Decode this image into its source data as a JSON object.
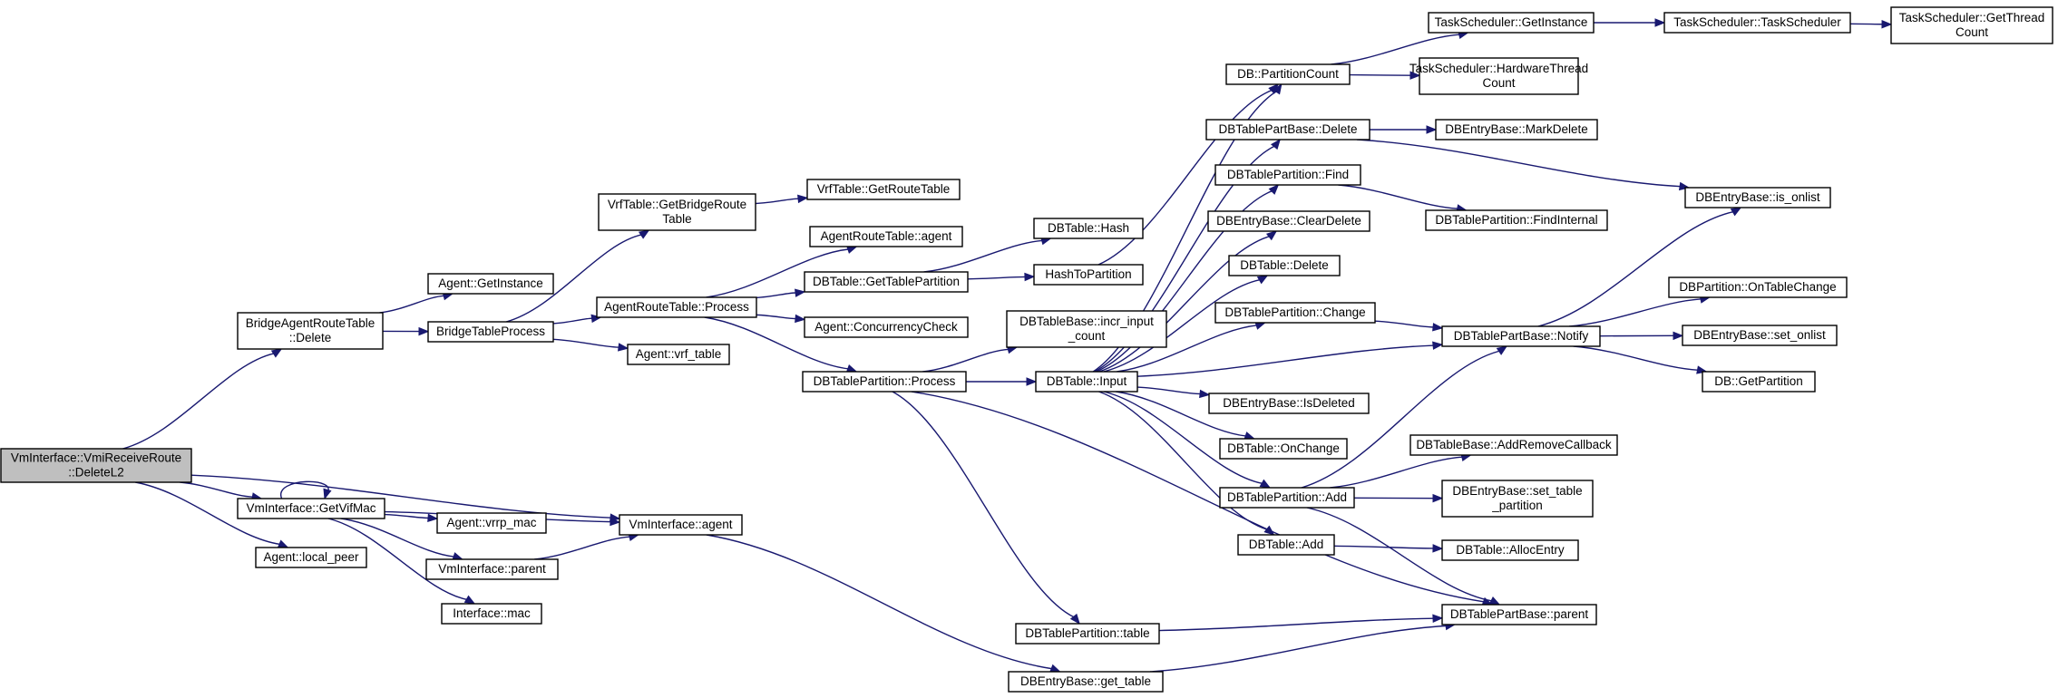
{
  "graph": {
    "root": "vmi_receive",
    "nodes": [
      {
        "id": "vmi_receive",
        "lines": [
          "VmInterface::VmiReceiveRoute",
          "::DeleteL2"
        ],
        "root": true
      },
      {
        "id": "bridge_delete",
        "lines": [
          "BridgeAgentRouteTable",
          "::Delete"
        ]
      },
      {
        "id": "getvifmac",
        "lines": [
          "VmInterface::GetVifMac"
        ]
      },
      {
        "id": "local_peer",
        "lines": [
          "Agent::local_peer"
        ]
      },
      {
        "id": "vmi_agent",
        "lines": [
          "VmInterface::agent"
        ]
      },
      {
        "id": "agent_getinstance",
        "lines": [
          "Agent::GetInstance"
        ]
      },
      {
        "id": "bridgetableprocess",
        "lines": [
          "BridgeTableProcess"
        ]
      },
      {
        "id": "vrfbridge",
        "lines": [
          "VrfTable::GetBridgeRoute",
          "Table"
        ]
      },
      {
        "id": "art_process",
        "lines": [
          "AgentRouteTable::Process"
        ]
      },
      {
        "id": "agent_vrf_table",
        "lines": [
          "Agent::vrf_table"
        ]
      },
      {
        "id": "vrf_getroutetable",
        "lines": [
          "VrfTable::GetRouteTable"
        ]
      },
      {
        "id": "art_agent",
        "lines": [
          "AgentRouteTable::agent"
        ]
      },
      {
        "id": "db_gettablepartition",
        "lines": [
          "DBTable::GetTablePartition"
        ]
      },
      {
        "id": "agent_concurrency",
        "lines": [
          "Agent::ConcurrencyCheck"
        ]
      },
      {
        "id": "dbtp_process",
        "lines": [
          "DBTablePartition::Process"
        ]
      },
      {
        "id": "dbtable_hash",
        "lines": [
          "DBTable::Hash"
        ]
      },
      {
        "id": "hashtopartition",
        "lines": [
          "HashToPartition"
        ]
      },
      {
        "id": "incr_input_count",
        "lines": [
          "DBTableBase::incr_input",
          "_count"
        ]
      },
      {
        "id": "dbtable_input",
        "lines": [
          "DBTable::Input"
        ]
      },
      {
        "id": "dbtp_table",
        "lines": [
          "DBTablePartition::table"
        ]
      },
      {
        "id": "dbe_get_table",
        "lines": [
          "DBEntryBase::get_table"
        ]
      },
      {
        "id": "agent_vrrp_mac",
        "lines": [
          "Agent::vrrp_mac"
        ]
      },
      {
        "id": "vmi_parent",
        "lines": [
          "VmInterface::parent"
        ]
      },
      {
        "id": "interface_mac",
        "lines": [
          "Interface::mac"
        ]
      },
      {
        "id": "db_partitioncount",
        "lines": [
          "DB::PartitionCount"
        ]
      },
      {
        "id": "dbtpb_delete",
        "lines": [
          "DBTablePartBase::Delete"
        ]
      },
      {
        "id": "dbtp_find",
        "lines": [
          "DBTablePartition::Find"
        ]
      },
      {
        "id": "dbe_cleardelete",
        "lines": [
          "DBEntryBase::ClearDelete"
        ]
      },
      {
        "id": "dbtable_delete",
        "lines": [
          "DBTable::Delete"
        ]
      },
      {
        "id": "dbtp_change",
        "lines": [
          "DBTablePartition::Change"
        ]
      },
      {
        "id": "dbe_isdeleted",
        "lines": [
          "DBEntryBase::IsDeleted"
        ]
      },
      {
        "id": "dbtable_onchange",
        "lines": [
          "DBTable::OnChange"
        ]
      },
      {
        "id": "dbtp_add",
        "lines": [
          "DBTablePartition::Add"
        ]
      },
      {
        "id": "dbtable_add",
        "lines": [
          "DBTable::Add"
        ]
      },
      {
        "id": "ts_getinstance",
        "lines": [
          "TaskScheduler::GetInstance"
        ]
      },
      {
        "id": "ts_hwthread",
        "lines": [
          "TaskScheduler::HardwareThread",
          "Count"
        ]
      },
      {
        "id": "dbe_markdelete",
        "lines": [
          "DBEntryBase::MarkDelete"
        ]
      },
      {
        "id": "dbtp_findinternal",
        "lines": [
          "DBTablePartition::FindInternal"
        ]
      },
      {
        "id": "dbtpb_notify",
        "lines": [
          "DBTablePartBase::Notify"
        ]
      },
      {
        "id": "dbtb_addremovecb",
        "lines": [
          "DBTableBase::AddRemoveCallback"
        ]
      },
      {
        "id": "dbe_set_table_partition",
        "lines": [
          "DBEntryBase::set_table",
          "_partition"
        ]
      },
      {
        "id": "dbtable_allocentry",
        "lines": [
          "DBTable::AllocEntry"
        ]
      },
      {
        "id": "dbtpb_parent",
        "lines": [
          "DBTablePartBase::parent"
        ]
      },
      {
        "id": "ts_taskscheduler",
        "lines": [
          "TaskScheduler::TaskScheduler"
        ]
      },
      {
        "id": "dbe_is_onlist",
        "lines": [
          "DBEntryBase::is_onlist"
        ]
      },
      {
        "id": "dbp_ontablechange",
        "lines": [
          "DBPartition::OnTableChange"
        ]
      },
      {
        "id": "dbe_set_onlist",
        "lines": [
          "DBEntryBase::set_onlist"
        ]
      },
      {
        "id": "db_getpartition",
        "lines": [
          "DB::GetPartition"
        ]
      },
      {
        "id": "ts_getthreadcount",
        "lines": [
          "TaskScheduler::GetThread",
          "Count"
        ]
      }
    ],
    "edges": [
      [
        "vmi_receive",
        "bridge_delete"
      ],
      [
        "vmi_receive",
        "getvifmac"
      ],
      [
        "vmi_receive",
        "local_peer"
      ],
      [
        "vmi_receive",
        "vmi_agent"
      ],
      [
        "bridge_delete",
        "agent_getinstance"
      ],
      [
        "bridge_delete",
        "bridgetableprocess"
      ],
      [
        "bridgetableprocess",
        "vrfbridge"
      ],
      [
        "bridgetableprocess",
        "art_process"
      ],
      [
        "bridgetableprocess",
        "agent_vrf_table"
      ],
      [
        "vrfbridge",
        "vrf_getroutetable"
      ],
      [
        "art_process",
        "art_agent"
      ],
      [
        "art_process",
        "db_gettablepartition"
      ],
      [
        "art_process",
        "agent_concurrency"
      ],
      [
        "art_process",
        "dbtp_process"
      ],
      [
        "db_gettablepartition",
        "dbtable_hash"
      ],
      [
        "db_gettablepartition",
        "hashtopartition"
      ],
      [
        "hashtopartition",
        "db_partitioncount"
      ],
      [
        "dbtp_process",
        "incr_input_count"
      ],
      [
        "dbtp_process",
        "dbtable_input"
      ],
      [
        "dbtp_process",
        "dbtp_table"
      ],
      [
        "dbtp_process",
        "dbtpb_parent"
      ],
      [
        "getvifmac",
        "getvifmac"
      ],
      [
        "getvifmac",
        "vmi_agent"
      ],
      [
        "getvifmac",
        "agent_vrrp_mac"
      ],
      [
        "getvifmac",
        "vmi_parent"
      ],
      [
        "getvifmac",
        "interface_mac"
      ],
      [
        "vmi_parent",
        "vmi_agent"
      ],
      [
        "vmi_agent",
        "dbe_get_table"
      ],
      [
        "dbe_get_table",
        "dbtpb_parent"
      ],
      [
        "dbtp_table",
        "dbtpb_parent"
      ],
      [
        "dbtable_input",
        "db_partitioncount"
      ],
      [
        "dbtable_input",
        "dbtpb_delete"
      ],
      [
        "dbtable_input",
        "dbtp_find"
      ],
      [
        "dbtable_input",
        "dbe_cleardelete"
      ],
      [
        "dbtable_input",
        "dbtable_delete"
      ],
      [
        "dbtable_input",
        "dbtp_change"
      ],
      [
        "dbtable_input",
        "dbtpb_notify"
      ],
      [
        "dbtable_input",
        "dbe_isdeleted"
      ],
      [
        "dbtable_input",
        "dbtable_onchange"
      ],
      [
        "dbtable_input",
        "dbtp_add"
      ],
      [
        "dbtable_input",
        "dbtable_add"
      ],
      [
        "db_partitioncount",
        "ts_getinstance"
      ],
      [
        "db_partitioncount",
        "ts_hwthread"
      ],
      [
        "ts_getinstance",
        "ts_taskscheduler"
      ],
      [
        "ts_taskscheduler",
        "ts_getthreadcount"
      ],
      [
        "dbtpb_delete",
        "dbe_markdelete"
      ],
      [
        "dbtpb_delete",
        "dbe_is_onlist"
      ],
      [
        "dbtp_find",
        "dbtp_findinternal"
      ],
      [
        "dbtp_change",
        "dbtpb_notify"
      ],
      [
        "dbtp_add",
        "dbtpb_notify"
      ],
      [
        "dbtp_add",
        "dbtb_addremovecb"
      ],
      [
        "dbtp_add",
        "dbe_set_table_partition"
      ],
      [
        "dbtp_add",
        "dbtpb_parent"
      ],
      [
        "dbtable_add",
        "dbtable_allocentry"
      ],
      [
        "dbtpb_notify",
        "dbe_is_onlist"
      ],
      [
        "dbtpb_notify",
        "dbp_ontablechange"
      ],
      [
        "dbtpb_notify",
        "dbe_set_onlist"
      ],
      [
        "dbtpb_notify",
        "db_getpartition"
      ]
    ]
  }
}
